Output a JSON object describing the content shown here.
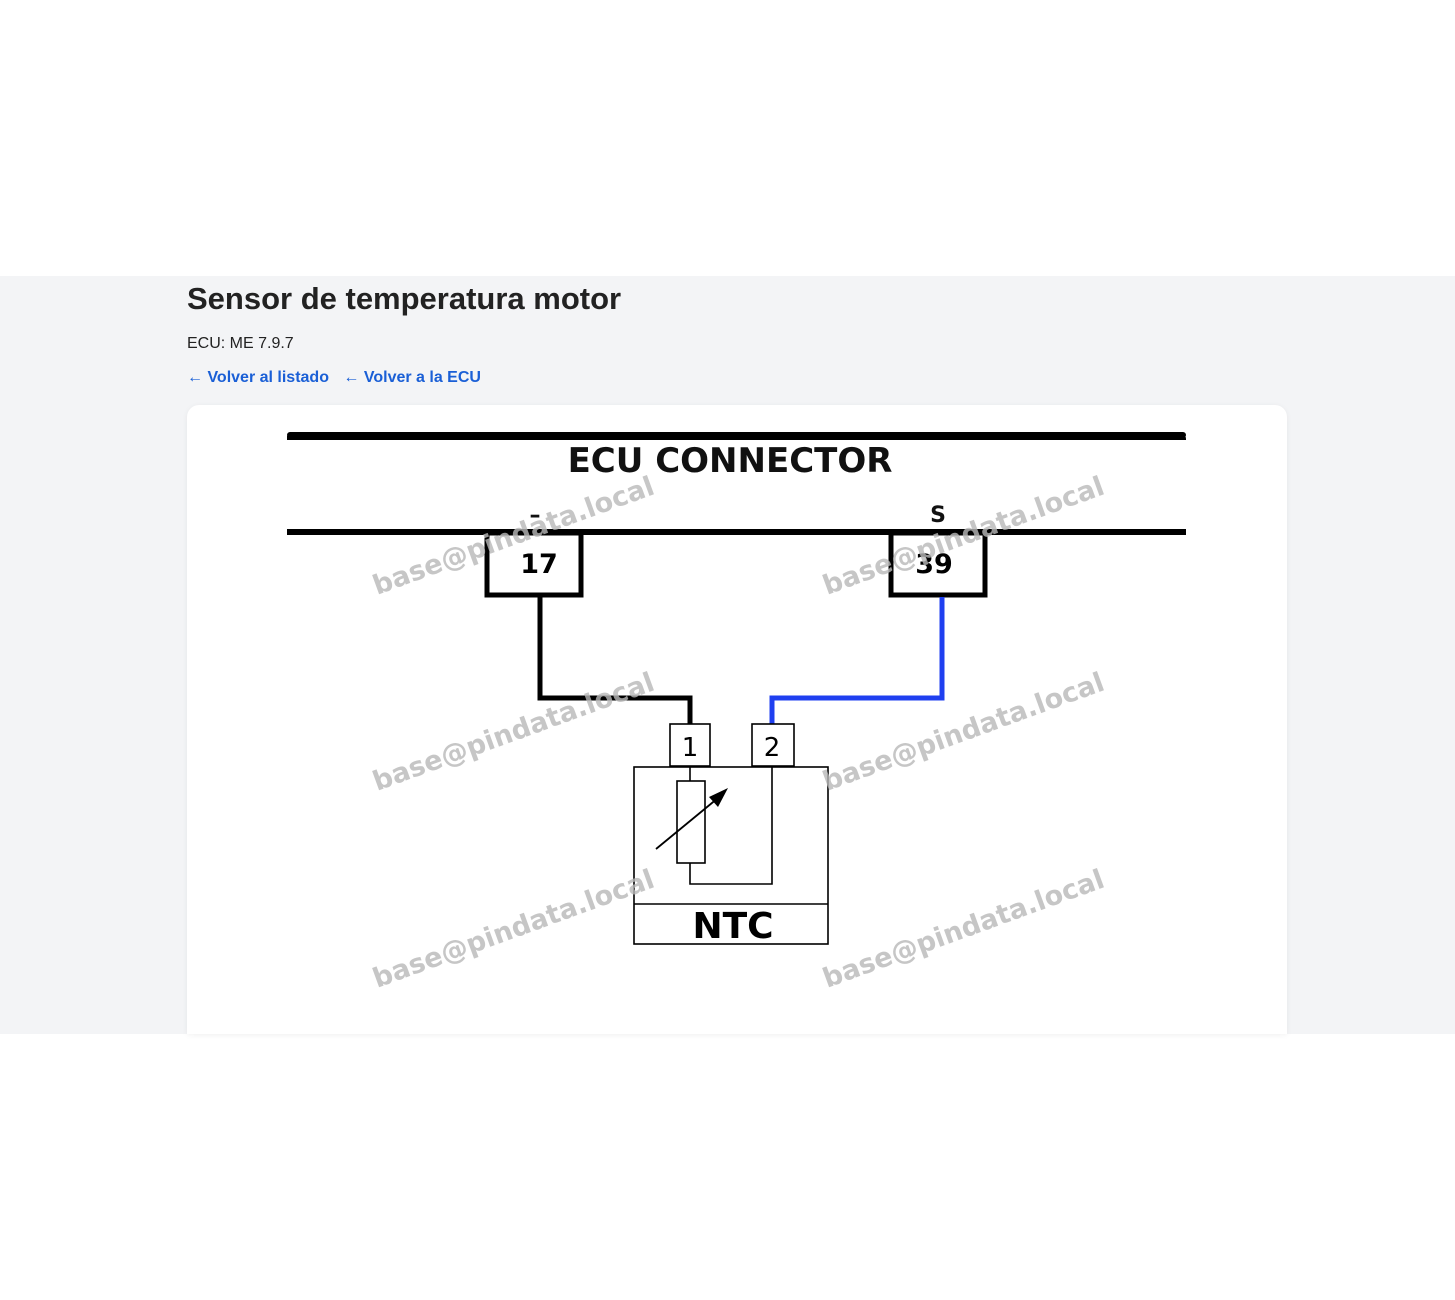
{
  "page": {
    "title": "Sensor de temperatura motor",
    "ecu_line": "ECU: ME 7.9.7",
    "links": [
      {
        "label": "← Volver al listado"
      },
      {
        "label": "← Volver a la ECU"
      }
    ]
  },
  "diagram": {
    "connector_label": "ECU CONNECTOR",
    "pins": [
      {
        "signal": "–",
        "number": "17",
        "wire_color": "#000000"
      },
      {
        "signal": "S",
        "number": "39",
        "wire_color": "#1f3ff0"
      }
    ],
    "sensor": {
      "label": "NTC",
      "terminals": [
        "1",
        "2"
      ]
    },
    "watermark": "base@pindata.local"
  },
  "colors": {
    "link": "#1a5fd6",
    "band_background": "#f3f4f6",
    "signal_wire": "#1f3ff0"
  }
}
